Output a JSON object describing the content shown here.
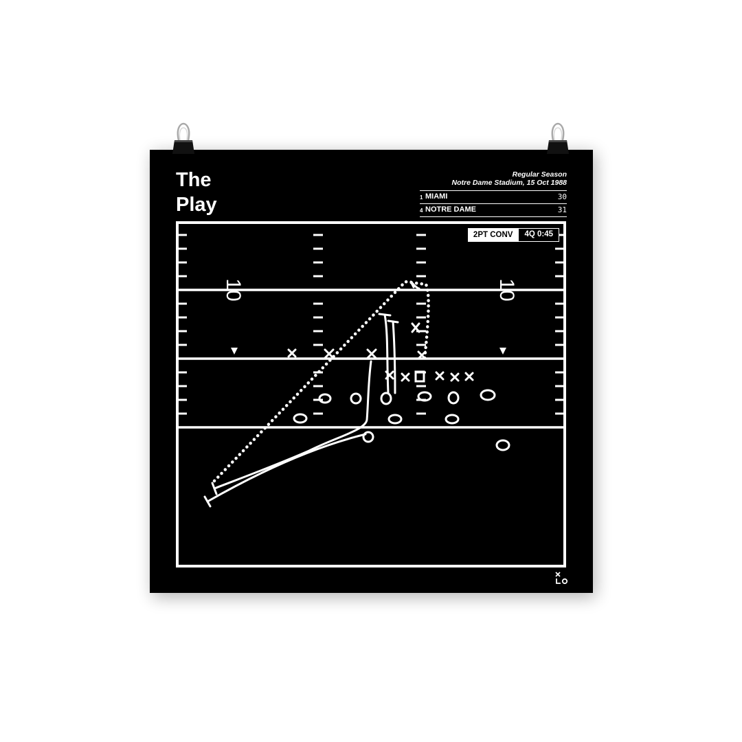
{
  "poster": {
    "title_lines": [
      "The",
      "Play"
    ],
    "season_type": "Regular Season",
    "venue_date": "Notre Dame Stadium, 15 Oct 1988"
  },
  "scoreboard": {
    "teams": [
      {
        "rank": "1",
        "name": "MIAMI",
        "score": "30"
      },
      {
        "rank": "4",
        "name": "NOTRE DAME",
        "score": "31"
      }
    ]
  },
  "play": {
    "type_badge": "2PT CONV",
    "clock_badge": "4Q 0:45",
    "yard_numbers": [
      "10",
      "10"
    ]
  },
  "icons": {
    "clip": "binder-clip-icon",
    "logo": "xo-logo-icon"
  },
  "colors": {
    "poster_background": "#000000",
    "ink": "#ffffff",
    "page_background": "#ffffff"
  }
}
